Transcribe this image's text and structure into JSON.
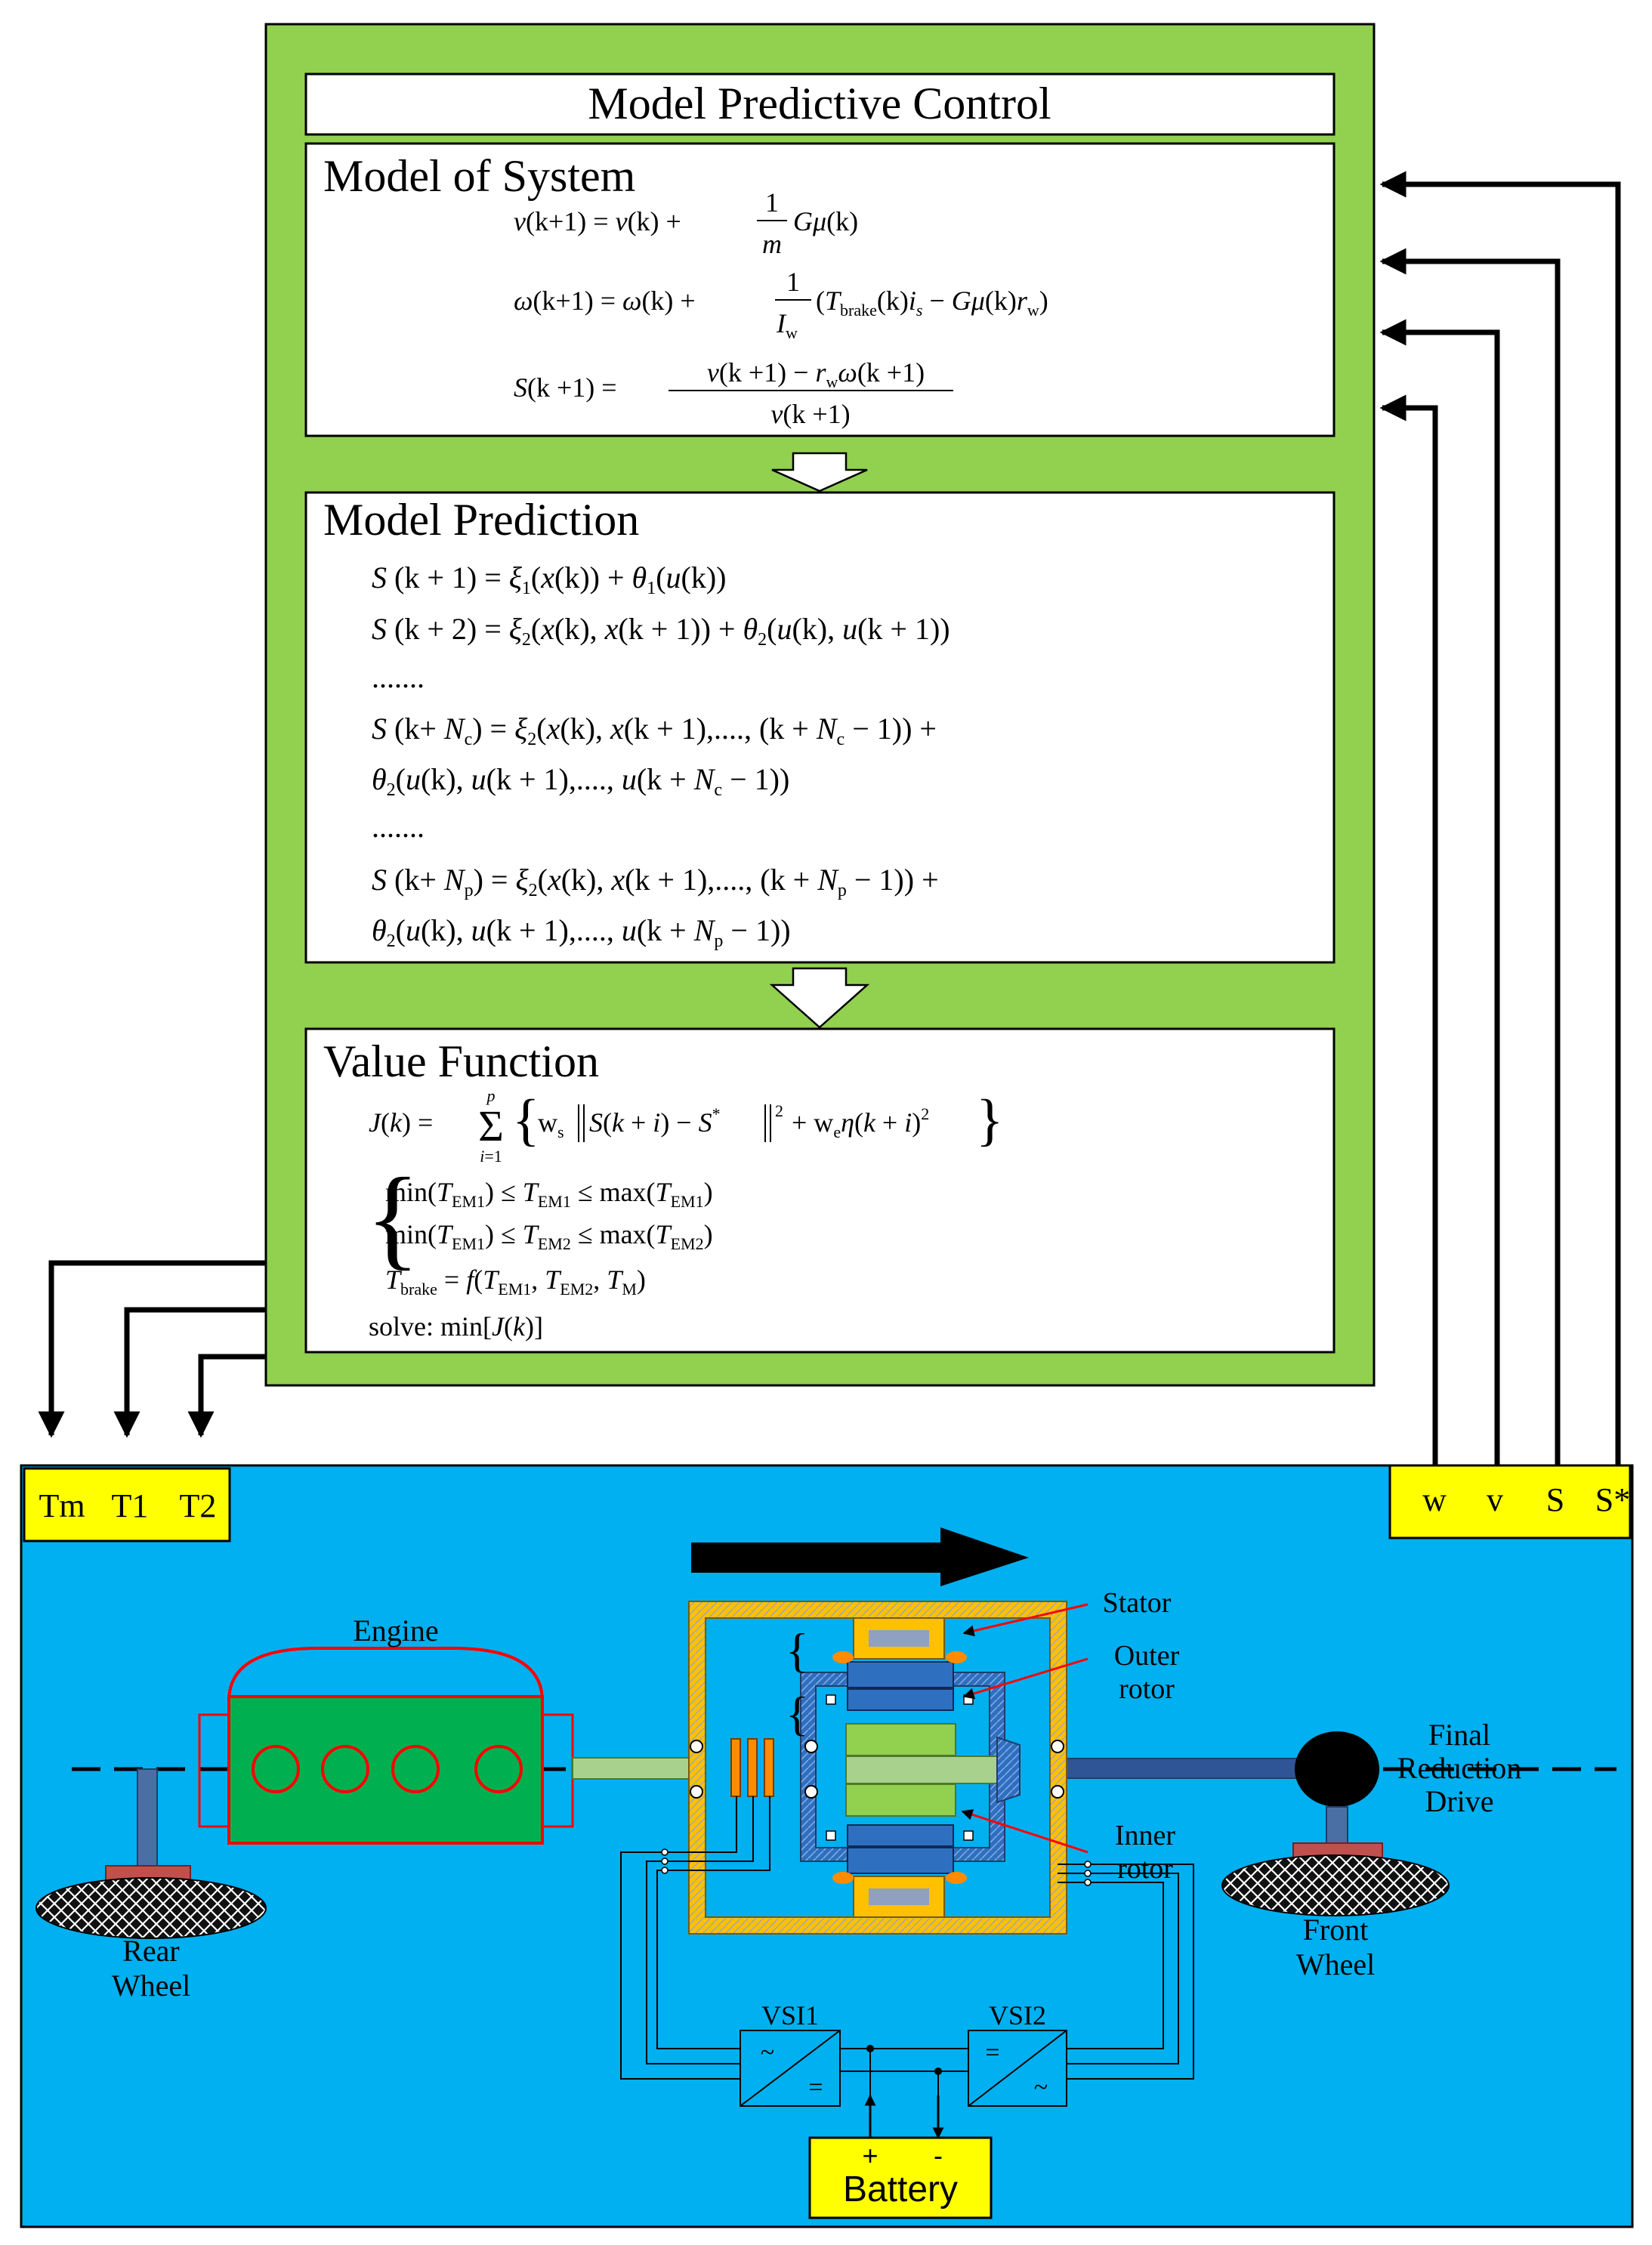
{
  "mpc": {
    "title": "Model Predictive Control",
    "model_of_system": {
      "heading": "Model of System",
      "eq1": "v(k+1) = v(k) + (1/m) Gμ(k)",
      "eq2": "ω(k+1) = ω(k) + (1/I_w) (T_brake(k) i_s − Gμ(k) r_w)",
      "eq3": "S(k+1) = (v(k+1) − r_w ω(k+1)) / v(k+1)"
    },
    "model_prediction": {
      "heading": "Model Prediction",
      "lines": [
        "S(k+1) = ξ₁(x(k)) + θ₁(u(k))",
        "S(k+2) = ξ₂(x(k), x(k+1)) + θ₂(u(k), u(k+1))",
        ".......",
        "S(k+ N_c) = ξ₂(x(k), x(k+1),...., (k+N_c − 1)) +",
        "θ₂(u(k), u(k+1),...., u(k+N_c − 1))",
        ".......",
        "S(k+ N_p) = ξ₂(x(k), x(k+1),...., (k+N_p − 1)) +",
        "θ₂(u(k), u(k+1),...., u(k+N_p − 1))"
      ]
    },
    "value_function": {
      "heading": "Value Function",
      "cost": "J(k) = Σ_{i=1}^{p} { w_s ‖S(k+i) − S*‖² + w_e η(k+i)² }",
      "constraints": [
        "min(T_EM1) ≤ T_EM1 ≤ max(T_EM1)",
        "min(T_EM1) ≤ T_EM2 ≤ max(T_EM2)",
        "T_brake = f(T_EM1, T_EM2, T_M)"
      ],
      "solve": "solve: min[J(k)]"
    }
  },
  "outputs": [
    "Tm",
    "T1",
    "T2"
  ],
  "inputs": [
    "w",
    "v",
    "S",
    "S*"
  ],
  "plant": {
    "engine": "Engine",
    "stator": "Stator",
    "outer_rotor": [
      "Outer",
      "rotor"
    ],
    "inner_rotor": [
      "Inner",
      "rotor"
    ],
    "final_drive": [
      "Final",
      "Reduction",
      "Drive"
    ],
    "rear_wheel": [
      "Rear",
      "Wheel"
    ],
    "front_wheel": [
      "Front",
      "Wheel"
    ],
    "vsi1": "VSI1",
    "vsi2": "VSI2",
    "tilde": "~",
    "equals": "=",
    "plus": "+",
    "minus": "-",
    "battery": "Battery"
  },
  "colors": {
    "mpc_green": "#92d050",
    "plant_blue": "#00b0f0",
    "label_yellow": "#ffff00",
    "engine_green": "#00b050",
    "engine_red": "#ff0000",
    "frame_orange": "#ffc000",
    "rotor_blue": "#2f6fc0",
    "core_green": "#92d050",
    "shaft_green": "#a9d18e"
  }
}
